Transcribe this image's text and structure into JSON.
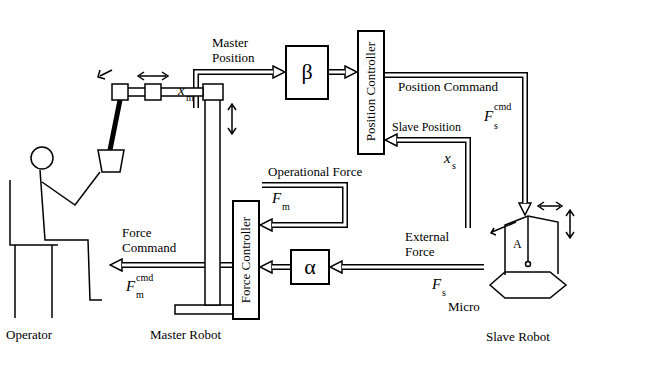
{
  "diagram": {
    "nodes": [
      {
        "text": [
          "β"
        ]
      },
      {
        "text": [
          "Position Controller"
        ]
      },
      {
        "text": [
          "α"
        ]
      },
      {
        "text": [
          "Force Controller"
        ]
      }
    ],
    "edges": [
      {
        "from": 0,
        "to": 1,
        "arrow": "to"
      },
      {
        "from": 2,
        "to": 3,
        "arrow": "to"
      }
    ],
    "labels": [
      "Master Position",
      "x",
      "m",
      "Position Command",
      "F",
      "s",
      "cmd",
      "Slave Position",
      "x",
      "s",
      "Operational Force",
      "F",
      "m",
      "Force Command",
      "F",
      "m",
      "cmd",
      "External Force",
      "F",
      "s",
      "Micro",
      "Slave Robot",
      "Operator",
      "Master Robot",
      "A"
    ]
  }
}
